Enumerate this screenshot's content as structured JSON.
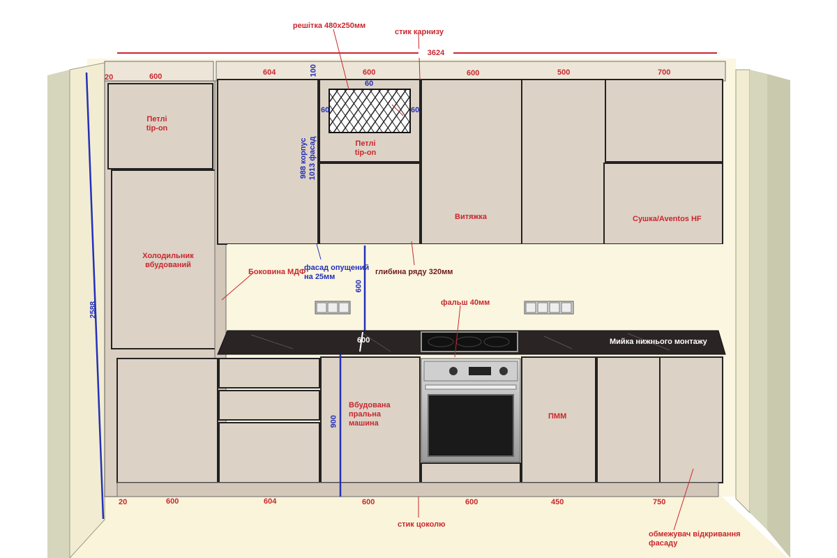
{
  "dims": {
    "total_width": "3624",
    "total_height": "2588",
    "upper": {
      "d20": "20",
      "d600a": "600",
      "d604": "604",
      "d100": "100",
      "d600b": "600",
      "d600c": "600",
      "d500": "500",
      "d700": "700"
    },
    "lower": {
      "d20": "20",
      "d600a": "600",
      "d604": "604",
      "d600b": "600",
      "d600c": "600",
      "d450": "450",
      "d750": "750"
    },
    "vent": {
      "top": "60",
      "left": "60",
      "right": "60"
    },
    "gap_600": "600",
    "counter_600": "600",
    "washer_900": "900"
  },
  "labels": {
    "vent_grille": "решітка 480х250мм",
    "cornice_joint": "стик карнизу",
    "hinges_tipon_1": [
      "Петлі",
      "tip-on"
    ],
    "hinges_tipon_2": [
      "Петлі",
      "tip-on"
    ],
    "body_facade": [
      "988 корпус",
      "1013 фасад"
    ],
    "fridge": [
      "Холодильник",
      "вбудований"
    ],
    "side_mdf": "Боковина МДФ",
    "facade_lowered": [
      "фасад опущений",
      "на 25мм"
    ],
    "row_depth": "глибина ряду 320мм",
    "hood": "Витяжка",
    "dryer": "Сушка/Aventos HF",
    "false_panel": "фальш 40мм",
    "sink": "Мийка нижнього монтажу",
    "washer": [
      "Вбудована",
      "пральна",
      "машина"
    ],
    "dishwasher": "ПММ",
    "plinth_joint": "стик цоколю",
    "opening_limiter": [
      "обмежувач відкривання",
      "фасаду"
    ]
  },
  "colors": {
    "wall": "#fbf6e0",
    "side_wall": "#dcdcc2",
    "cabinet": "#ddd2c6",
    "counter": "#2a2424",
    "red_text": "#c8272e",
    "blue_text": "#2430b8"
  }
}
